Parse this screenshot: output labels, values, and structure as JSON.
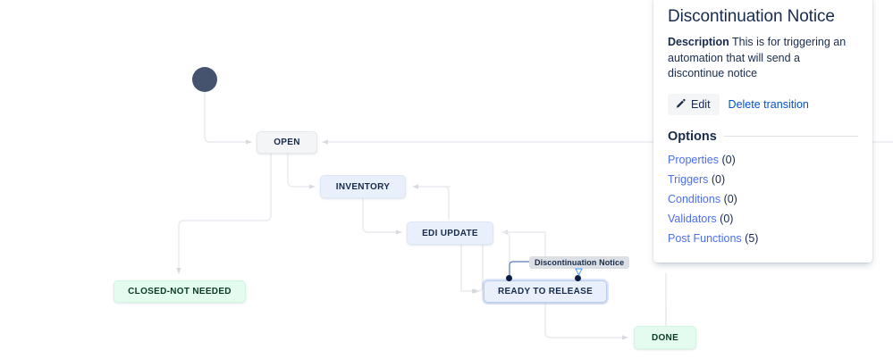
{
  "panel": {
    "title": "Discontinuation Notice",
    "description_label": "Description",
    "description_text": " This is for triggering an automation that will send a discontinue notice",
    "edit_label": "Edit",
    "delete_label": "Delete transition",
    "options_heading": "Options",
    "options": [
      {
        "label": "Properties",
        "count": "(0)"
      },
      {
        "label": "Triggers",
        "count": "(0)"
      },
      {
        "label": "Conditions",
        "count": "(0)"
      },
      {
        "label": "Validators",
        "count": "(0)"
      },
      {
        "label": "Post Functions",
        "count": "(5)"
      }
    ],
    "link_color": "#4c6ef5",
    "action_link_color": "#0052cc"
  },
  "diagram": {
    "nodes": [
      {
        "id": "open",
        "label": "OPEN",
        "style": "gray"
      },
      {
        "id": "inventory",
        "label": "INVENTORY",
        "style": "blue"
      },
      {
        "id": "edi-update",
        "label": "EDI UPDATE",
        "style": "blue"
      },
      {
        "id": "ready-to-release",
        "label": "READY TO RELEASE",
        "style": "selected"
      },
      {
        "id": "closed-not-needed",
        "label": "CLOSED-NOT NEEDED",
        "style": "green"
      },
      {
        "id": "done",
        "label": "DONE",
        "style": "green"
      }
    ],
    "selected_transition_label": "Discontinuation Notice",
    "edge_color": "#ebecf0",
    "start_node_color": "#45536e"
  }
}
